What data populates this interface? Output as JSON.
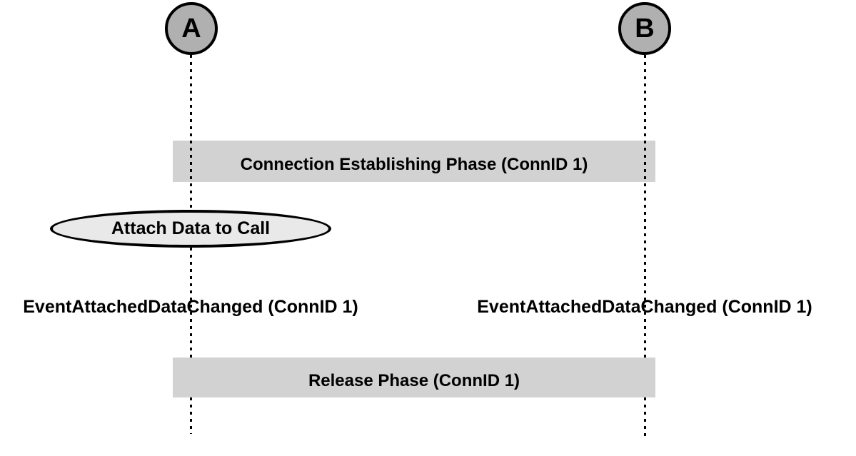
{
  "diagram": {
    "type": "sequence-lifeline-diagram",
    "colors": {
      "background": "#ffffff",
      "node_fill": "#b0b0b0",
      "band_fill": "#d2d2d2",
      "ellipse_fill": "#e9e9e9",
      "line": "#000000"
    },
    "nodes": [
      {
        "id": "A",
        "label": "A"
      },
      {
        "id": "B",
        "label": "B"
      }
    ],
    "phase_bands": [
      {
        "label": "Connection Establishing Phase (ConnID 1)"
      },
      {
        "label": "Release Phase (ConnID 1)"
      }
    ],
    "action_ellipse": {
      "label": "Attach Data to Call"
    },
    "event_labels": [
      {
        "lifeline": "A",
        "label": "EventAttachedDataChanged (ConnID 1)"
      },
      {
        "lifeline": "B",
        "label": "EventAttachedDataChanged (ConnID 1)"
      }
    ]
  }
}
